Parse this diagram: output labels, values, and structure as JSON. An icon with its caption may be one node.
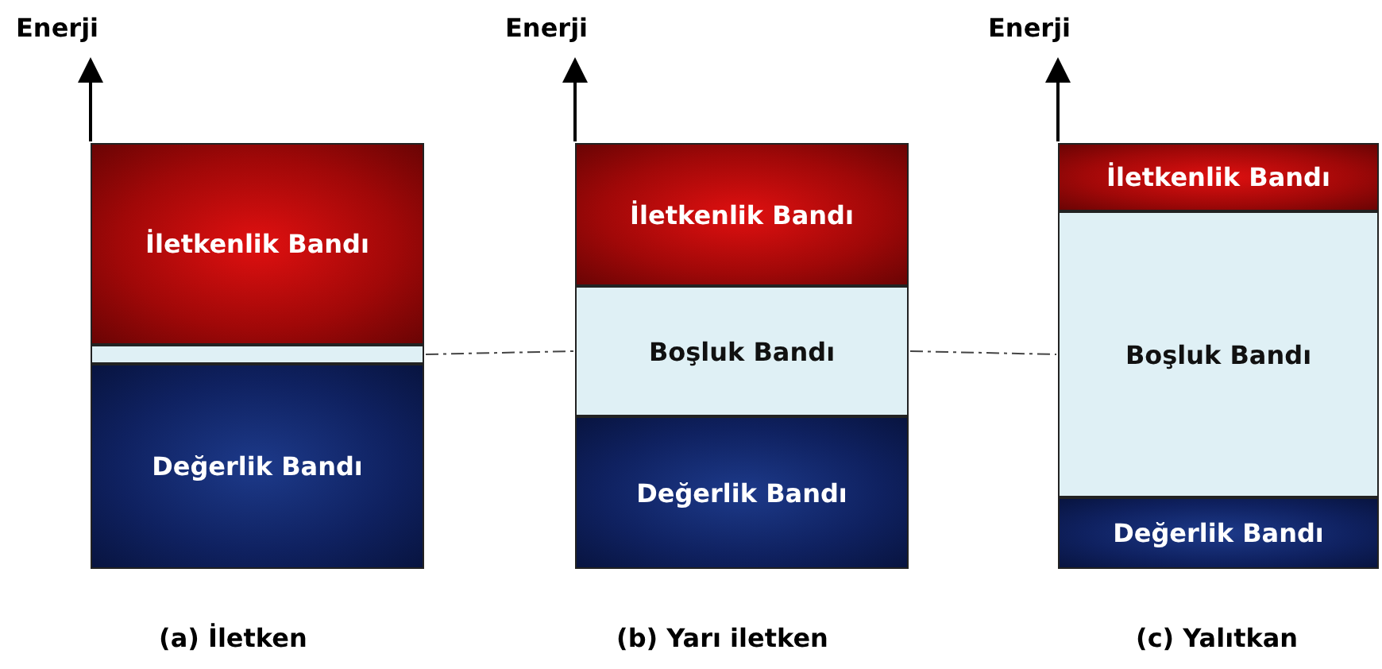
{
  "diagram": {
    "nodes": [
      {
        "text": [
          "İletkenlik Bandı"
        ]
      },
      {
        "text": [],
        "shape": "bar"
      },
      {
        "text": [
          "Değerlik Bandı"
        ]
      },
      {
        "text": [
          "İletkenlik Bandı"
        ]
      },
      {
        "text": [
          "Boşluk Bandı"
        ]
      },
      {
        "text": [
          "Değerlik Bandı"
        ]
      },
      {
        "text": [
          "İletkenlik Bandı"
        ]
      },
      {
        "text": [
          "Boşluk Bandı"
        ]
      },
      {
        "text": [
          "Değerlik Bandı"
        ]
      }
    ],
    "edges": [
      {
        "from": 1,
        "to": 4,
        "arrow": "none",
        "style": "dashed"
      },
      {
        "from": 4,
        "to": 7,
        "arrow": "none",
        "style": "dashed"
      }
    ],
    "labels": [
      "Enerji",
      "Enerji",
      "Enerji",
      "(a) İletken",
      "(b) Yarı iletken",
      "(c) Yalıtkan"
    ]
  }
}
